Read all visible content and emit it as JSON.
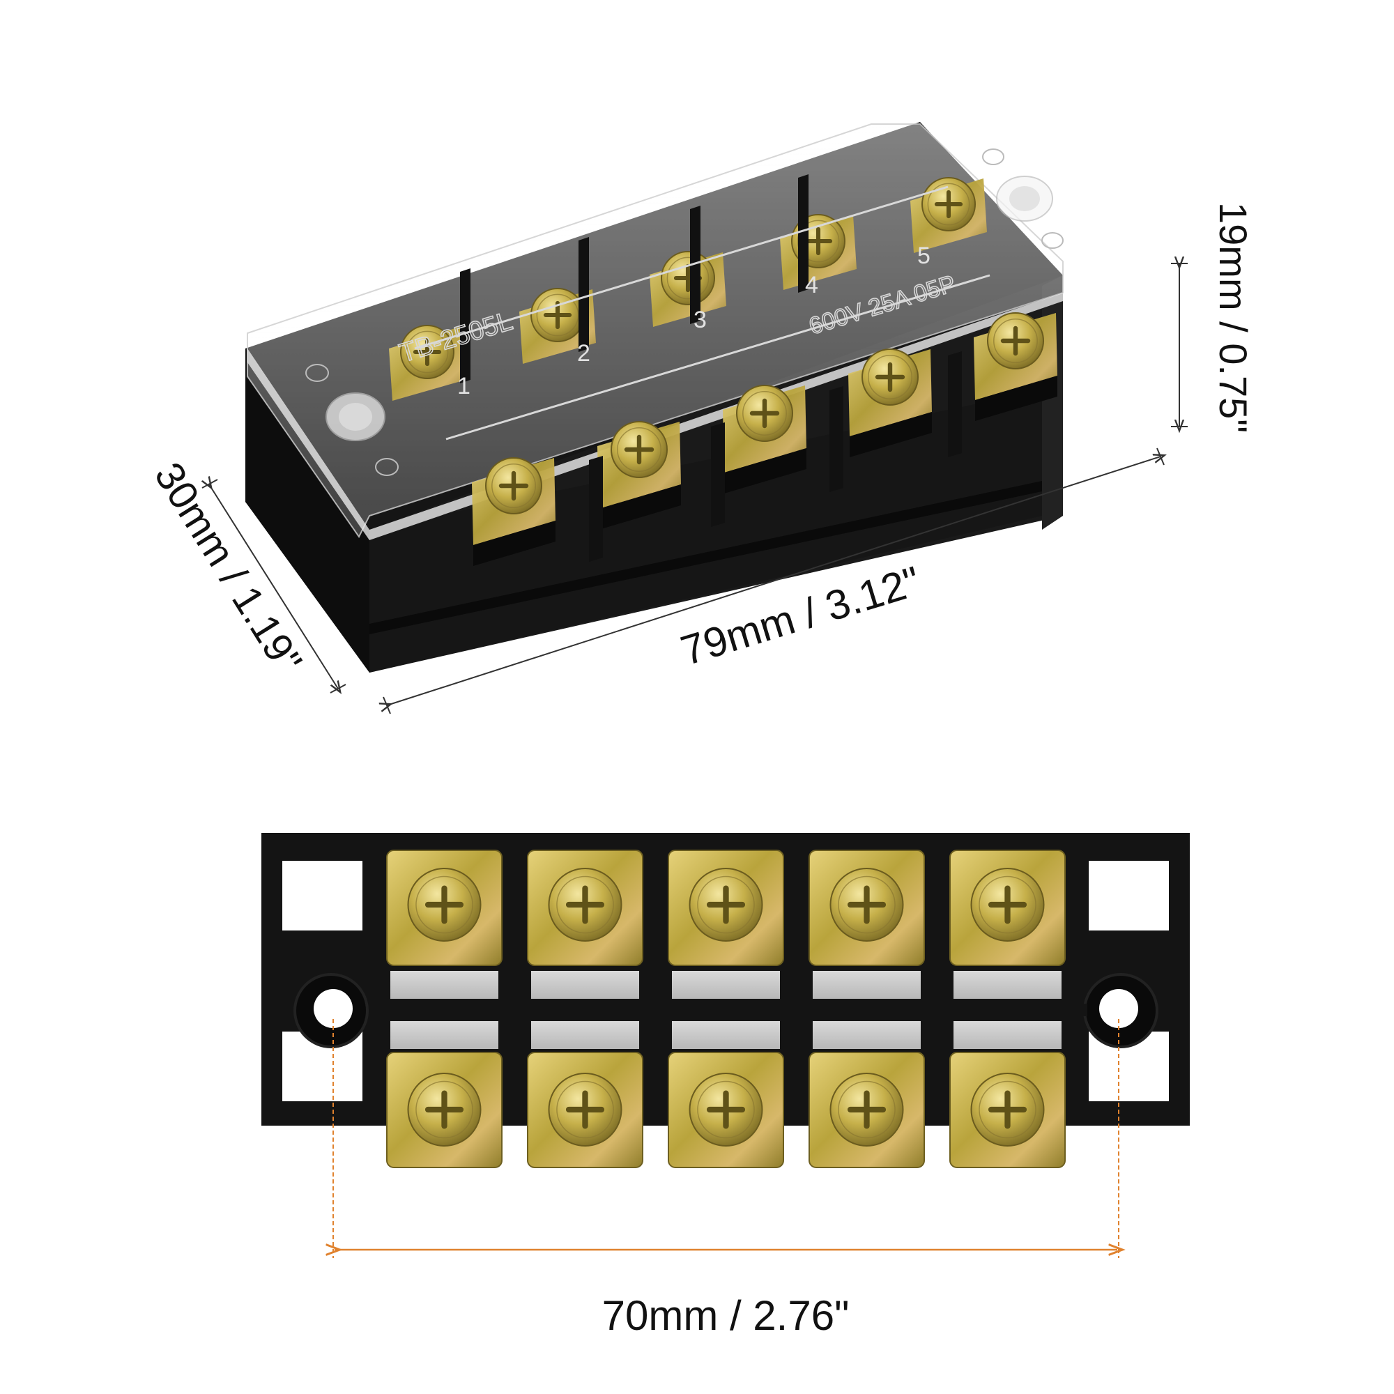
{
  "product": {
    "model": "TB-2505L",
    "rating": "600V 25A 05P",
    "terminal_count": 5,
    "terminal_numbers": [
      "1",
      "2",
      "3",
      "4",
      "5"
    ],
    "colors": {
      "housing": "#141414",
      "screw_gold": "#c9b34a",
      "dimension_line": "#333333",
      "accent_dimension": "#e0822e"
    }
  },
  "dimensions": {
    "length": "79mm / 3.12\"",
    "width": "30mm / 1.19\"",
    "height": "19mm / 0.75\"",
    "hole_spacing": "70mm / 2.76\""
  }
}
